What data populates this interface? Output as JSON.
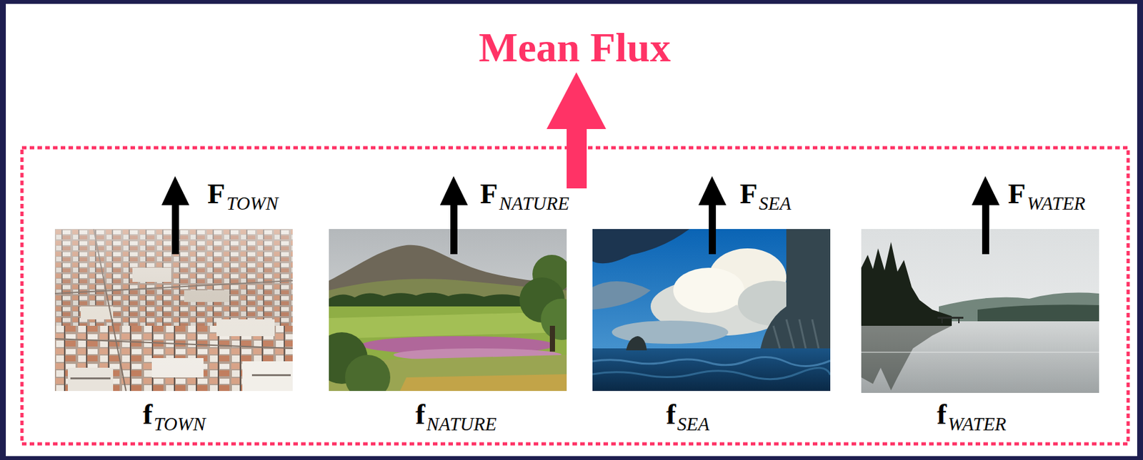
{
  "diagram": {
    "title": "Mean Flux",
    "nodes": [
      {
        "text": [
          "F",
          "TOWN",
          "f",
          "TOWN"
        ]
      },
      {
        "text": [
          "F",
          "NATURE",
          "f",
          "NATURE"
        ]
      },
      {
        "text": [
          "F",
          "SEA",
          "f",
          "SEA"
        ]
      },
      {
        "text": [
          "F",
          "WATER",
          "f",
          "WATER"
        ]
      }
    ]
  }
}
